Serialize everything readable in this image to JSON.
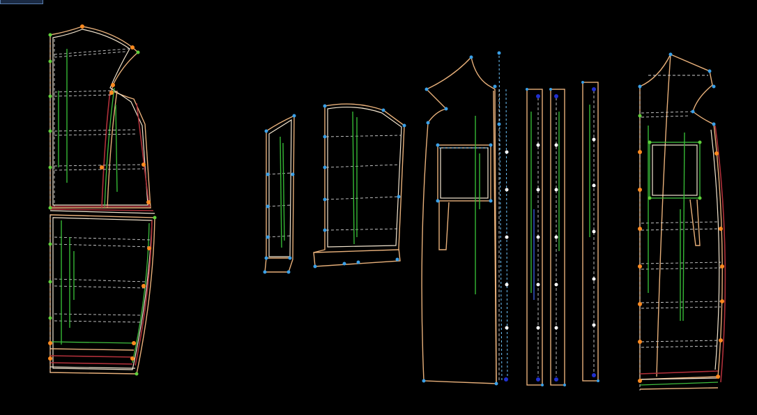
{
  "app": {
    "view": "pattern-layout-canvas",
    "background": "#000000"
  },
  "colors": {
    "outline": "#e8b07a",
    "seam": "#f4e6d0",
    "grainline": "#35b835",
    "point_blue": "#3aa0e8",
    "point_orange": "#ff8a1f",
    "point_green": "#5fcf3a",
    "red_line": "#b0303a"
  },
  "pieces": [
    {
      "id": "back-bodice-and-skirt",
      "icon": "pattern-piece"
    },
    {
      "id": "sleeve-narrow",
      "icon": "pattern-piece"
    },
    {
      "id": "sleeve-wide",
      "icon": "pattern-piece"
    },
    {
      "id": "front-panel-with-pocket",
      "icon": "pattern-piece"
    },
    {
      "id": "placket-strip-1",
      "icon": "pattern-piece"
    },
    {
      "id": "placket-strip-2",
      "icon": "pattern-piece"
    },
    {
      "id": "placket-strip-3",
      "icon": "pattern-piece"
    },
    {
      "id": "placket-strip-4",
      "icon": "pattern-piece"
    },
    {
      "id": "front-panel-graded",
      "icon": "pattern-piece"
    }
  ]
}
